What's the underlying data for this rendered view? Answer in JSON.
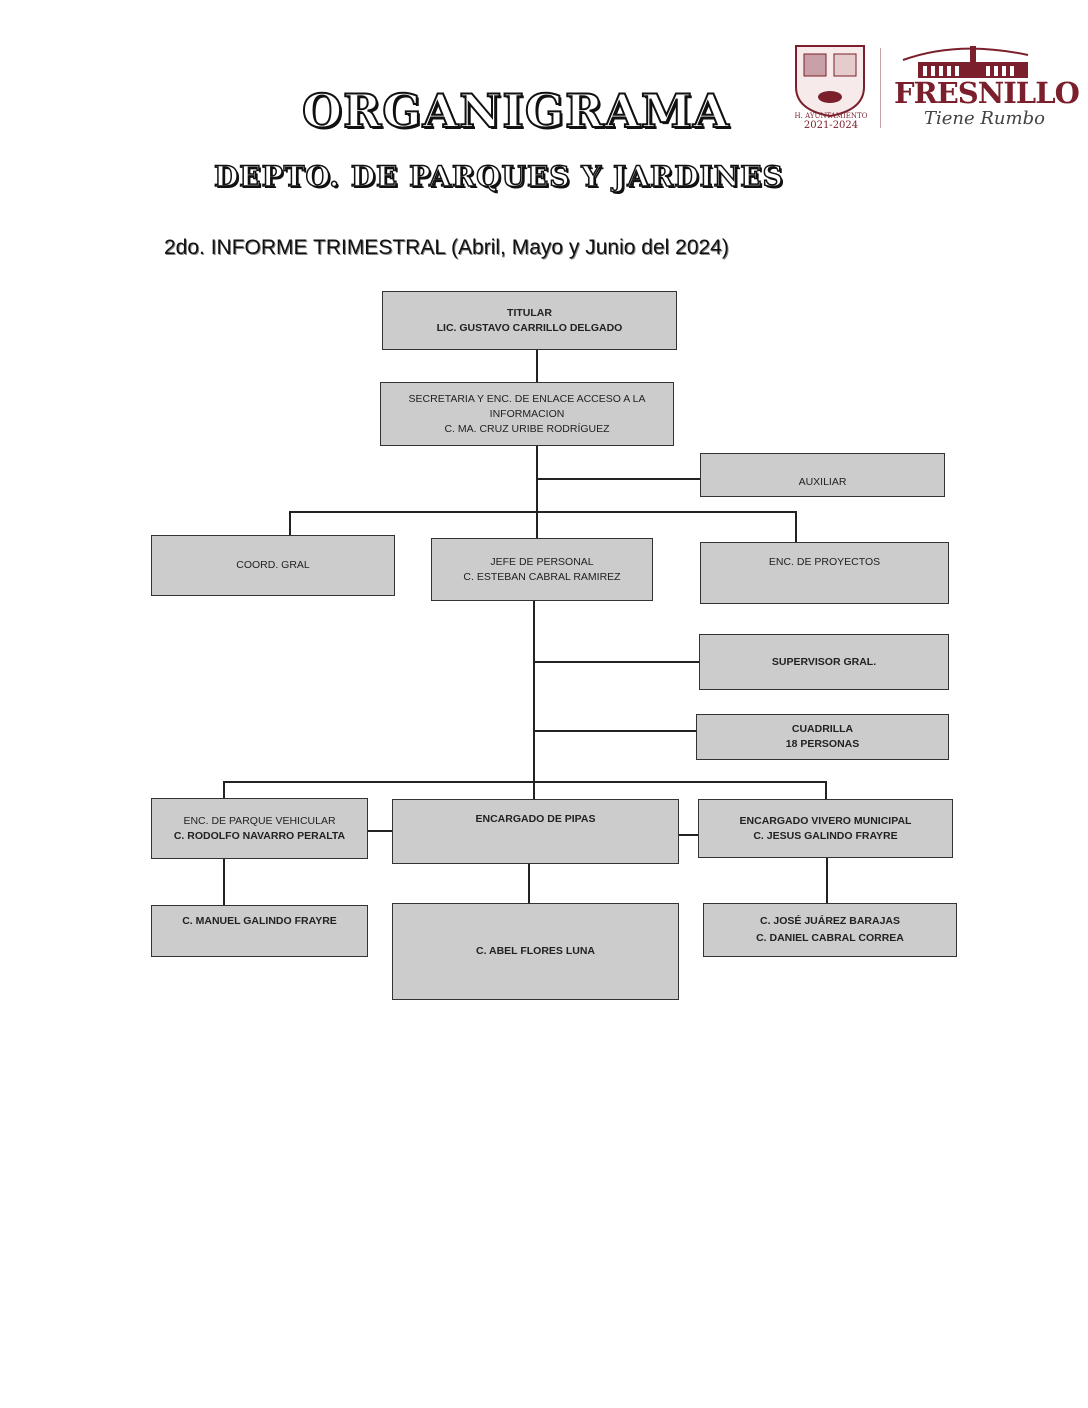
{
  "header": {
    "title": "ORGANIGRAMA",
    "subtitle": "DEPTO. DE  PARQUES Y JARDINES",
    "report": "2do. INFORME TRIMESTRAL  (Abril, Mayo y Junio del 2024)"
  },
  "logo": {
    "seal_text": "H. AYUNTAMIENTO",
    "seal_years": "2021-2024",
    "brand": "FRESNILLO",
    "tagline": "Tiene Rumbo",
    "color": "#7a1f2b"
  },
  "boxes": {
    "titular": [
      "TITULAR",
      "LIC. GUSTAVO CARRILLO DELGADO"
    ],
    "secretaria": [
      "SECRETARIA  Y  ENC.  DE  ENLACE  ACCESO  A LA",
      "INFORMACION",
      "C. MA. CRUZ  URIBE  RODRÍGUEZ"
    ],
    "auxiliar": [
      "AUXILIAR"
    ],
    "coord": [
      "COORD. GRAL"
    ],
    "jefe": [
      "JEFE  DE  PERSONAL",
      "C.  ESTEBAN  CABRAL  RAMIREZ"
    ],
    "proyectos": [
      "ENC. DE PROYECTOS"
    ],
    "supervisor": [
      "SUPERVISOR GRAL."
    ],
    "cuadrilla": [
      "CUADRILLA",
      "18 PERSONAS"
    ],
    "vehicular": [
      "ENC. DE PARQUE VEHICULAR",
      "C.  RODOLFO  NAVARRO  PERALTA"
    ],
    "pipas": [
      "ENCARGADO DE PIPAS"
    ],
    "vivero": [
      "ENCARGADO VIVERO  MUNICIPAL",
      "C. JESUS GALINDO FRAYRE"
    ],
    "manuel": [
      "C. MANUEL GALINDO FRAYRE"
    ],
    "abel": [
      "C. ABEL FLORES LUNA"
    ],
    "jose": [
      "C. JOSÉ JUÁREZ BARAJAS",
      "C. DANIEL CABRAL CORREA"
    ]
  }
}
